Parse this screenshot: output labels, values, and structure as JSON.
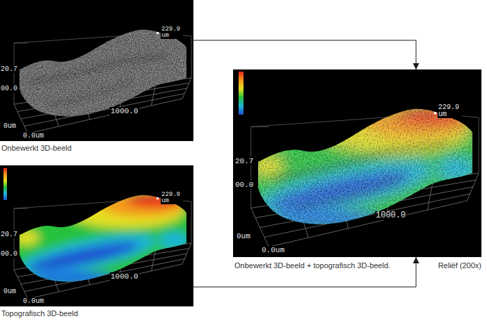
{
  "diagram": {
    "nodes": [
      {
        "text": [
          "Onbewerkt 3D-beeld",
          "229.9 um",
          "20.7",
          "00.0",
          "1000.0",
          "0um",
          "0.0um"
        ]
      },
      {
        "text": [
          "Topografisch 3D-beeld",
          "229.9 um",
          "20.7",
          "00.0",
          "1000.0",
          "0um",
          "0.0um"
        ]
      },
      {
        "text": [
          "Onbewerkt 3D-beeld + topografisch 3D-beeld.",
          "Reliëf (200x)",
          "229.9 um",
          "20.7",
          "00.0",
          "1000.0",
          "0um",
          "0.0um"
        ]
      }
    ],
    "edges": [
      {
        "from": 0,
        "to": 2,
        "arrow": "to"
      },
      {
        "from": 1,
        "to": 2,
        "arrow": "to"
      }
    ]
  }
}
